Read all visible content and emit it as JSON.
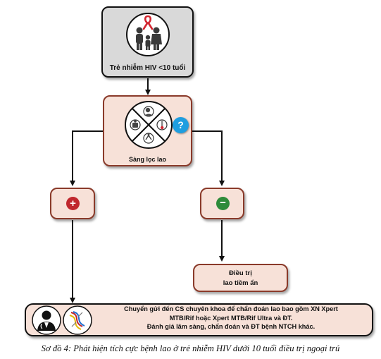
{
  "nodes": {
    "start": {
      "label": "Trẻ nhiễm HIV <10 tuổi"
    },
    "screening": {
      "label": "Sàng lọc lao",
      "question_mark": "?"
    },
    "positive": {
      "symbol": "+"
    },
    "negative": {
      "symbol": "−"
    },
    "latent_treatment": {
      "line1": "Điều trị",
      "line2": "lao tiềm ẩn"
    },
    "referral": {
      "line1": "Chuyển gửi đến CS chuyên khoa để chẩn đoán lao bao gồm XN Xpert",
      "line2": "MTB/Rif hoặc Xpert MTB/Rif Ultra và ĐT.",
      "line3": "Đánh giá lâm sàng, chẩn đoán và ĐT bệnh NTCH khác."
    }
  },
  "caption": "Sơ đồ 4: Phát hiện tích cực bệnh lao ở trẻ nhiễm HIV dưới 10 tuổi điều trị ngoại trú",
  "colors": {
    "start_box": "#d9d9d9",
    "pink_box": "#f7e1d8",
    "positive": "#c0272d",
    "negative": "#2e8b3a",
    "question": "#1f9ee0",
    "ribbon": "#d22630"
  },
  "icons": [
    "family-icon",
    "red-ribbon-icon",
    "cough-person-icon",
    "thermometer-icon",
    "weight-loss-icon",
    "contact-icon",
    "question-icon",
    "plus-icon",
    "minus-icon",
    "doctor-icon",
    "xpert-test-icon"
  ]
}
